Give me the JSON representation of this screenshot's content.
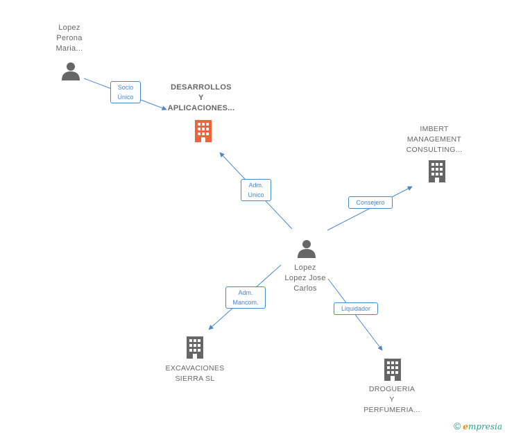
{
  "colors": {
    "person": "#666666",
    "company": "#666666",
    "highlight_company": "#f0623a",
    "edge": "#4a86c8",
    "footer": "#2a9d8f"
  },
  "nodes": {
    "lopez_perona": {
      "type": "person",
      "lines": [
        "Lopez",
        "Perona",
        "Maria..."
      ],
      "icon": "person-icon"
    },
    "desarrollos": {
      "type": "company-highlight",
      "lines": [
        "DESARROLLOS",
        "Y",
        "APLICACIONES..."
      ],
      "icon": "building-icon"
    },
    "imbert": {
      "type": "company",
      "lines": [
        "IMBERT",
        "MANAGEMENT",
        "CONSULTING..."
      ],
      "icon": "building-icon"
    },
    "lopez_lopez": {
      "type": "person",
      "lines": [
        "Lopez",
        "Lopez Jose",
        "Carlos"
      ],
      "icon": "person-icon"
    },
    "excavaciones": {
      "type": "company",
      "lines": [
        "EXCAVACIONES",
        "SIERRA SL"
      ],
      "icon": "building-icon"
    },
    "drogueria": {
      "type": "company",
      "lines": [
        "DROGUERIA",
        "Y",
        "PERFUMERIA..."
      ],
      "icon": "building-icon"
    }
  },
  "edges": {
    "socio": {
      "lines": [
        "Socio",
        "Único"
      ]
    },
    "adm_unico": {
      "lines": [
        "Adm.",
        "Unico"
      ]
    },
    "consejero": {
      "lines": [
        "Consejero"
      ]
    },
    "adm_mancom": {
      "lines": [
        "Adm.",
        "Mancom."
      ]
    },
    "liquidador": {
      "lines": [
        "Liquidador"
      ]
    }
  },
  "footer": {
    "copyright": "©",
    "brand_initial": "e",
    "brand_rest": "mpresia"
  }
}
